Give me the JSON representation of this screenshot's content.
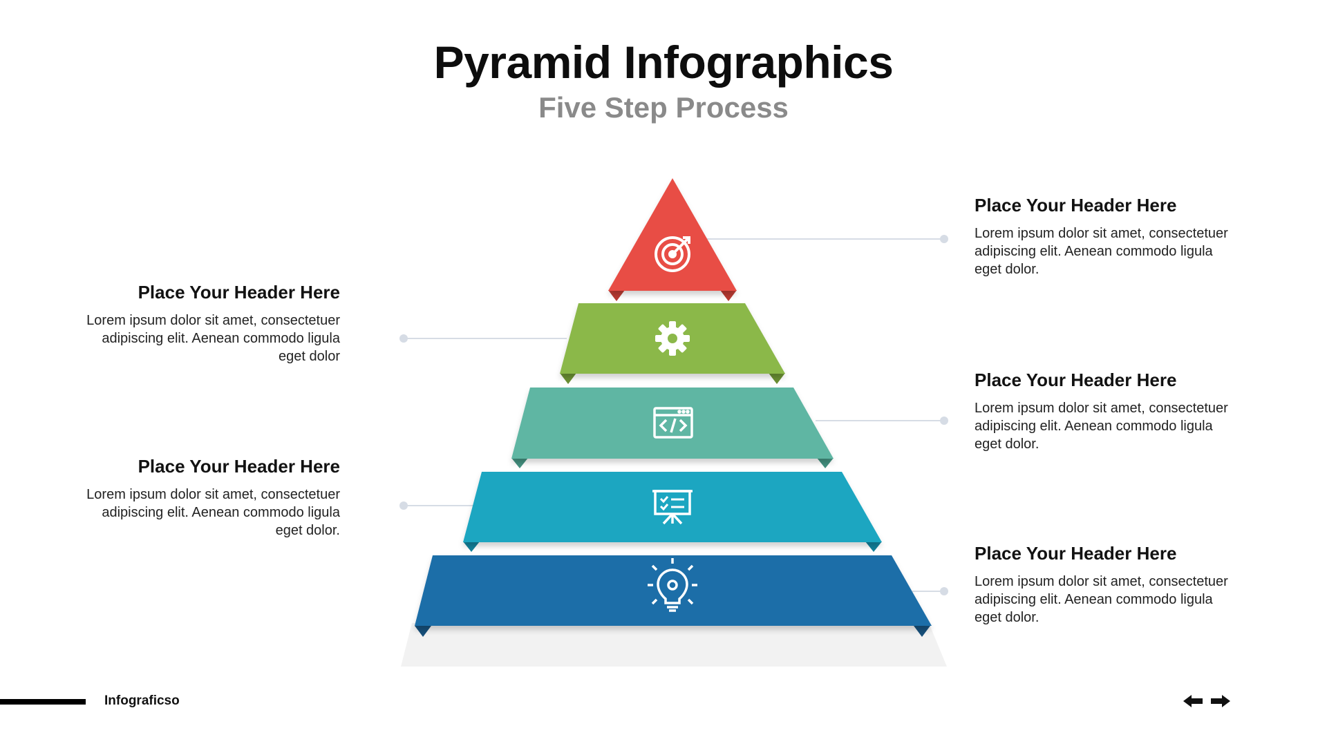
{
  "header": {
    "title": "Pyramid Infographics",
    "subtitle": "Five Step Process"
  },
  "pyramid": {
    "levels": [
      {
        "step": 1,
        "color": "#E84E45",
        "shade": "#B93A32",
        "icon": "target-icon"
      },
      {
        "step": 2,
        "color": "#8BB84A",
        "shade": "#6A8F33",
        "icon": "gear-icon"
      },
      {
        "step": 3,
        "color": "#5FB6A3",
        "shade": "#43907F",
        "icon": "code-window-icon"
      },
      {
        "step": 4,
        "color": "#1AA6C1",
        "shade": "#12809A",
        "icon": "presentation-board-icon"
      },
      {
        "step": 5,
        "color": "#1E6EA8",
        "shade": "#164F7A",
        "icon": "lightbulb-gear-icon"
      }
    ],
    "base_color": "#F2F2F2",
    "connector_color": "#D6DCE5"
  },
  "callouts": [
    {
      "side": "right",
      "header": "Place Your Header Here",
      "text": "Lorem ipsum dolor sit amet, consectetuer adipiscing elit. Aenean commodo ligula eget dolor."
    },
    {
      "side": "left",
      "header": "Place Your Header Here",
      "text": "Lorem ipsum dolor sit amet, consectetuer adipiscing elit. Aenean commodo ligula eget dolor"
    },
    {
      "side": "right",
      "header": "Place Your Header Here",
      "text": "Lorem ipsum dolor sit amet, consectetuer adipiscing elit. Aenean commodo ligula eget dolor."
    },
    {
      "side": "left",
      "header": "Place Your Header Here",
      "text": "Lorem ipsum dolor sit amet, consectetuer adipiscing elit. Aenean commodo ligula eget dolor."
    },
    {
      "side": "right",
      "header": "Place Your Header Here",
      "text": "Lorem ipsum dolor sit amet, consectetuer adipiscing elit. Aenean commodo ligula eget dolor."
    }
  ],
  "footer": {
    "brand": "Infograficso",
    "prev_icon": "arrow-left-icon",
    "next_icon": "arrow-right-icon"
  }
}
